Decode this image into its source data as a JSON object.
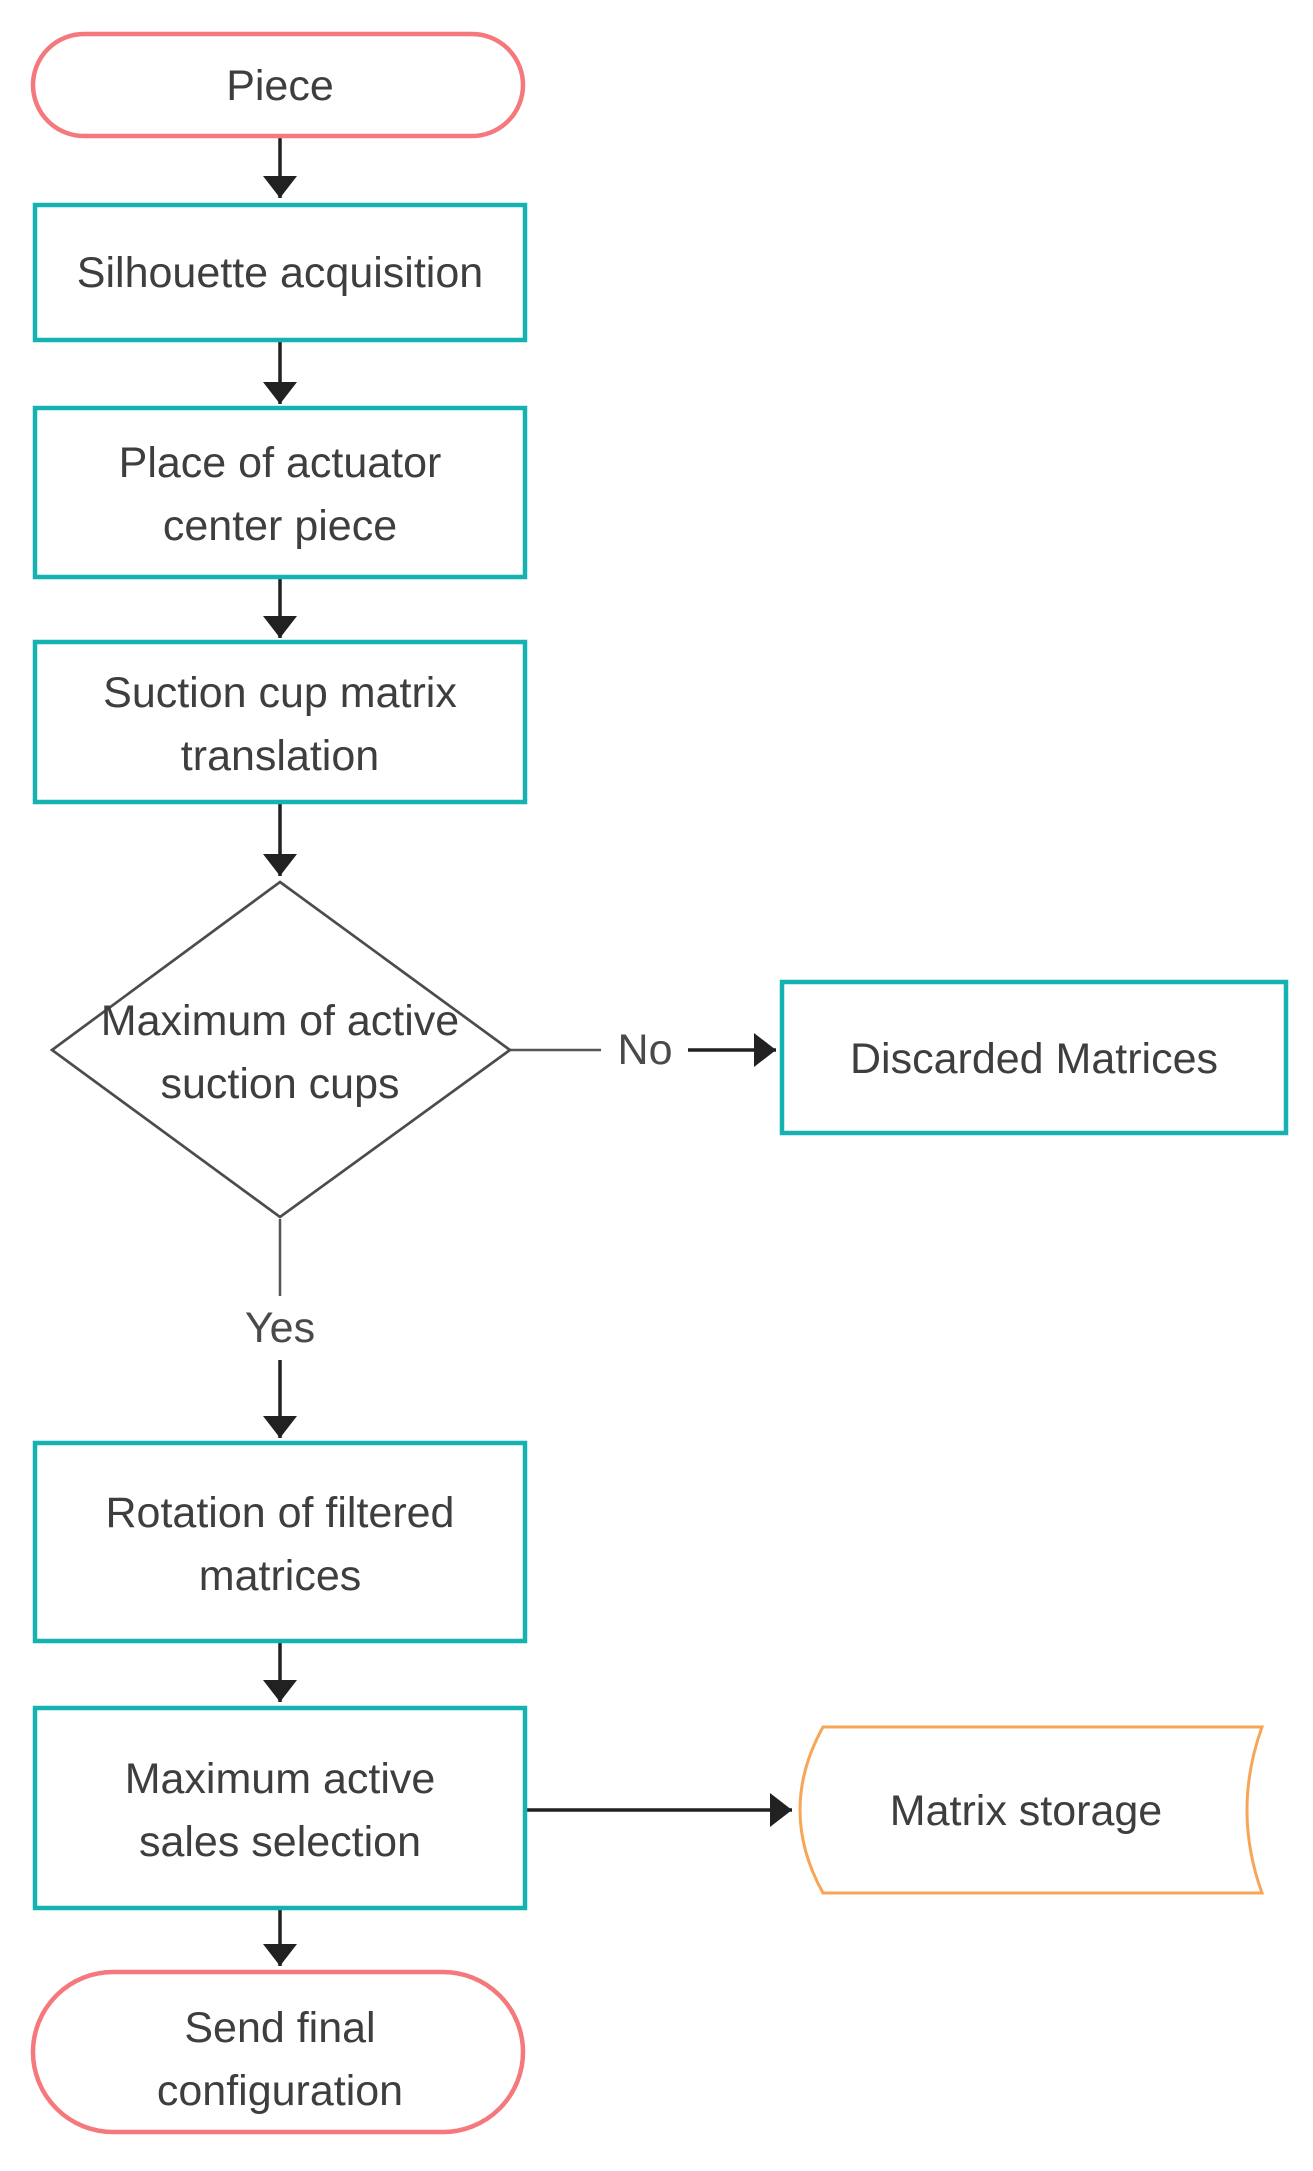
{
  "figure": {
    "background": "#ffffff",
    "colors": {
      "terminator": "#f4787c",
      "process": "#16b1b1",
      "storage": "#f7a556",
      "decision": "#4c4c4c",
      "arrow": "#212121",
      "connector": "#565656",
      "text": "#3e3e3e",
      "label_text": "#4a4a4a"
    },
    "nodes": {
      "start": {
        "type": "terminator",
        "lines": [
          "Piece"
        ]
      },
      "silhouette": {
        "type": "process",
        "lines": [
          "Silhouette acquisition"
        ]
      },
      "place_actuator": {
        "type": "process",
        "lines": [
          "Place of actuator",
          "center piece"
        ]
      },
      "suction_translation": {
        "type": "process",
        "lines": [
          "Suction cup matrix",
          "translation"
        ]
      },
      "max_suction_decision": {
        "type": "decision",
        "lines": [
          "Maximum of active",
          "suction cups"
        ]
      },
      "discarded": {
        "type": "process",
        "lines": [
          "Discarded Matrices"
        ]
      },
      "rotation": {
        "type": "process",
        "lines": [
          "Rotation of filtered",
          "matrices"
        ]
      },
      "max_sales": {
        "type": "process",
        "lines": [
          "Maximum active",
          "sales selection"
        ]
      },
      "matrix_storage": {
        "type": "stored_data",
        "lines": [
          "Matrix storage"
        ]
      },
      "end": {
        "type": "terminator",
        "lines": [
          "Send final",
          "configuration"
        ]
      }
    },
    "edge_labels": {
      "no": "No",
      "yes": "Yes"
    }
  }
}
